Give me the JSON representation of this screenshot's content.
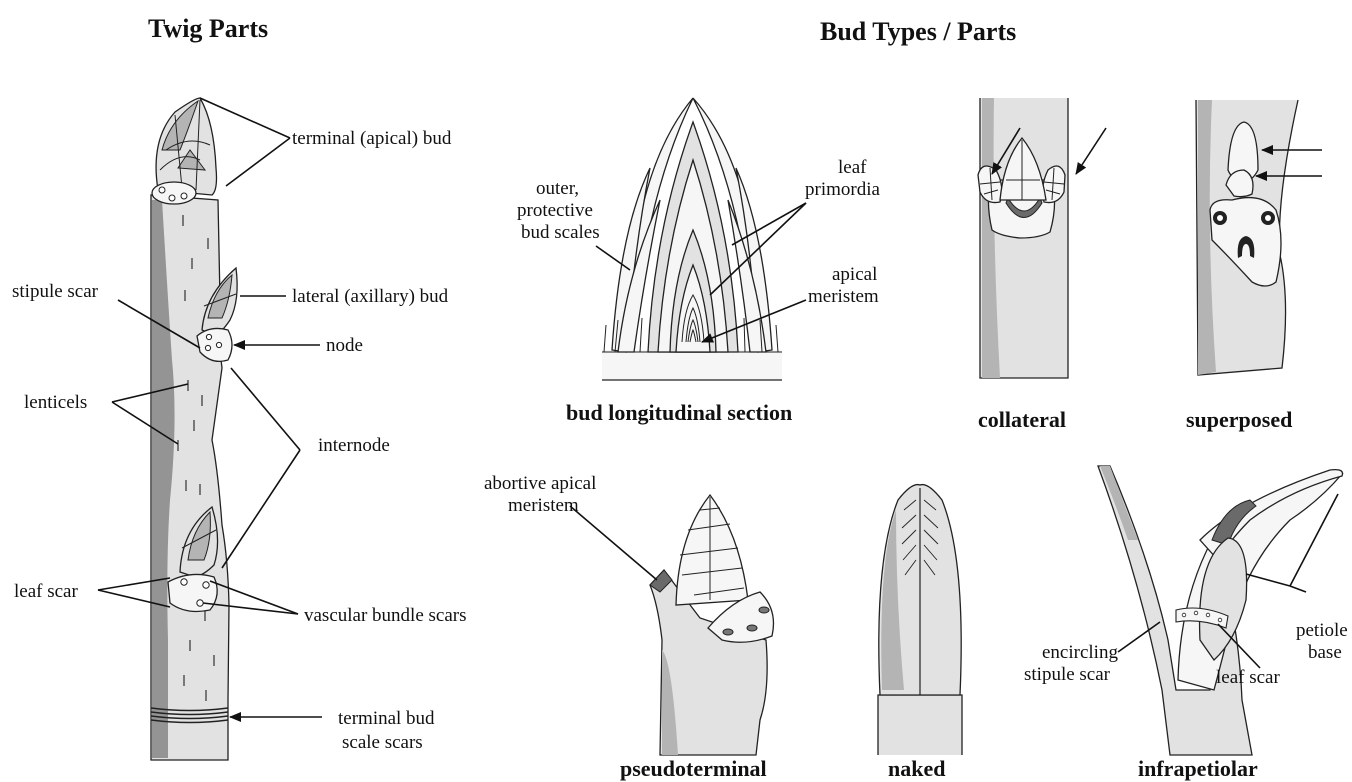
{
  "titles": {
    "twig": "Twig Parts",
    "bud": "Bud Types / Parts"
  },
  "twig_labels": {
    "terminal_bud": "terminal (apical) bud",
    "lateral_bud": "lateral (axillary) bud",
    "stipule_scar": "stipule scar",
    "node": "node",
    "lenticels": "lenticels",
    "internode": "internode",
    "leaf_scar": "leaf scar",
    "vascular": "vascular bundle scars",
    "scale_scars_1": "terminal bud",
    "scale_scars_2": "scale scars"
  },
  "section_labels": {
    "outer_1": "outer,",
    "outer_2": "protective",
    "outer_3": "bud scales",
    "leaf_1": "leaf",
    "leaf_2": "primordia",
    "apical_1": "apical",
    "apical_2": "meristem"
  },
  "pseudo_labels": {
    "abortive_1": "abortive apical",
    "abortive_2": "meristem"
  },
  "infra_labels": {
    "encircling_1": "encircling",
    "encircling_2": "stipule scar",
    "leaf_scar": "leaf scar",
    "petiole_1": "petiole",
    "petiole_2": "base"
  },
  "captions": {
    "section": "bud longitudinal section",
    "collateral": "collateral",
    "superposed": "superposed",
    "pseudoterminal": "pseudoterminal",
    "naked": "naked",
    "infrapetiolar": "infrapetiolar"
  },
  "colors": {
    "bark_light": "#e2e2e2",
    "bark_dark": "#6a6a6a",
    "bud_scale": "#b4b4b4",
    "outline": "#222222"
  }
}
